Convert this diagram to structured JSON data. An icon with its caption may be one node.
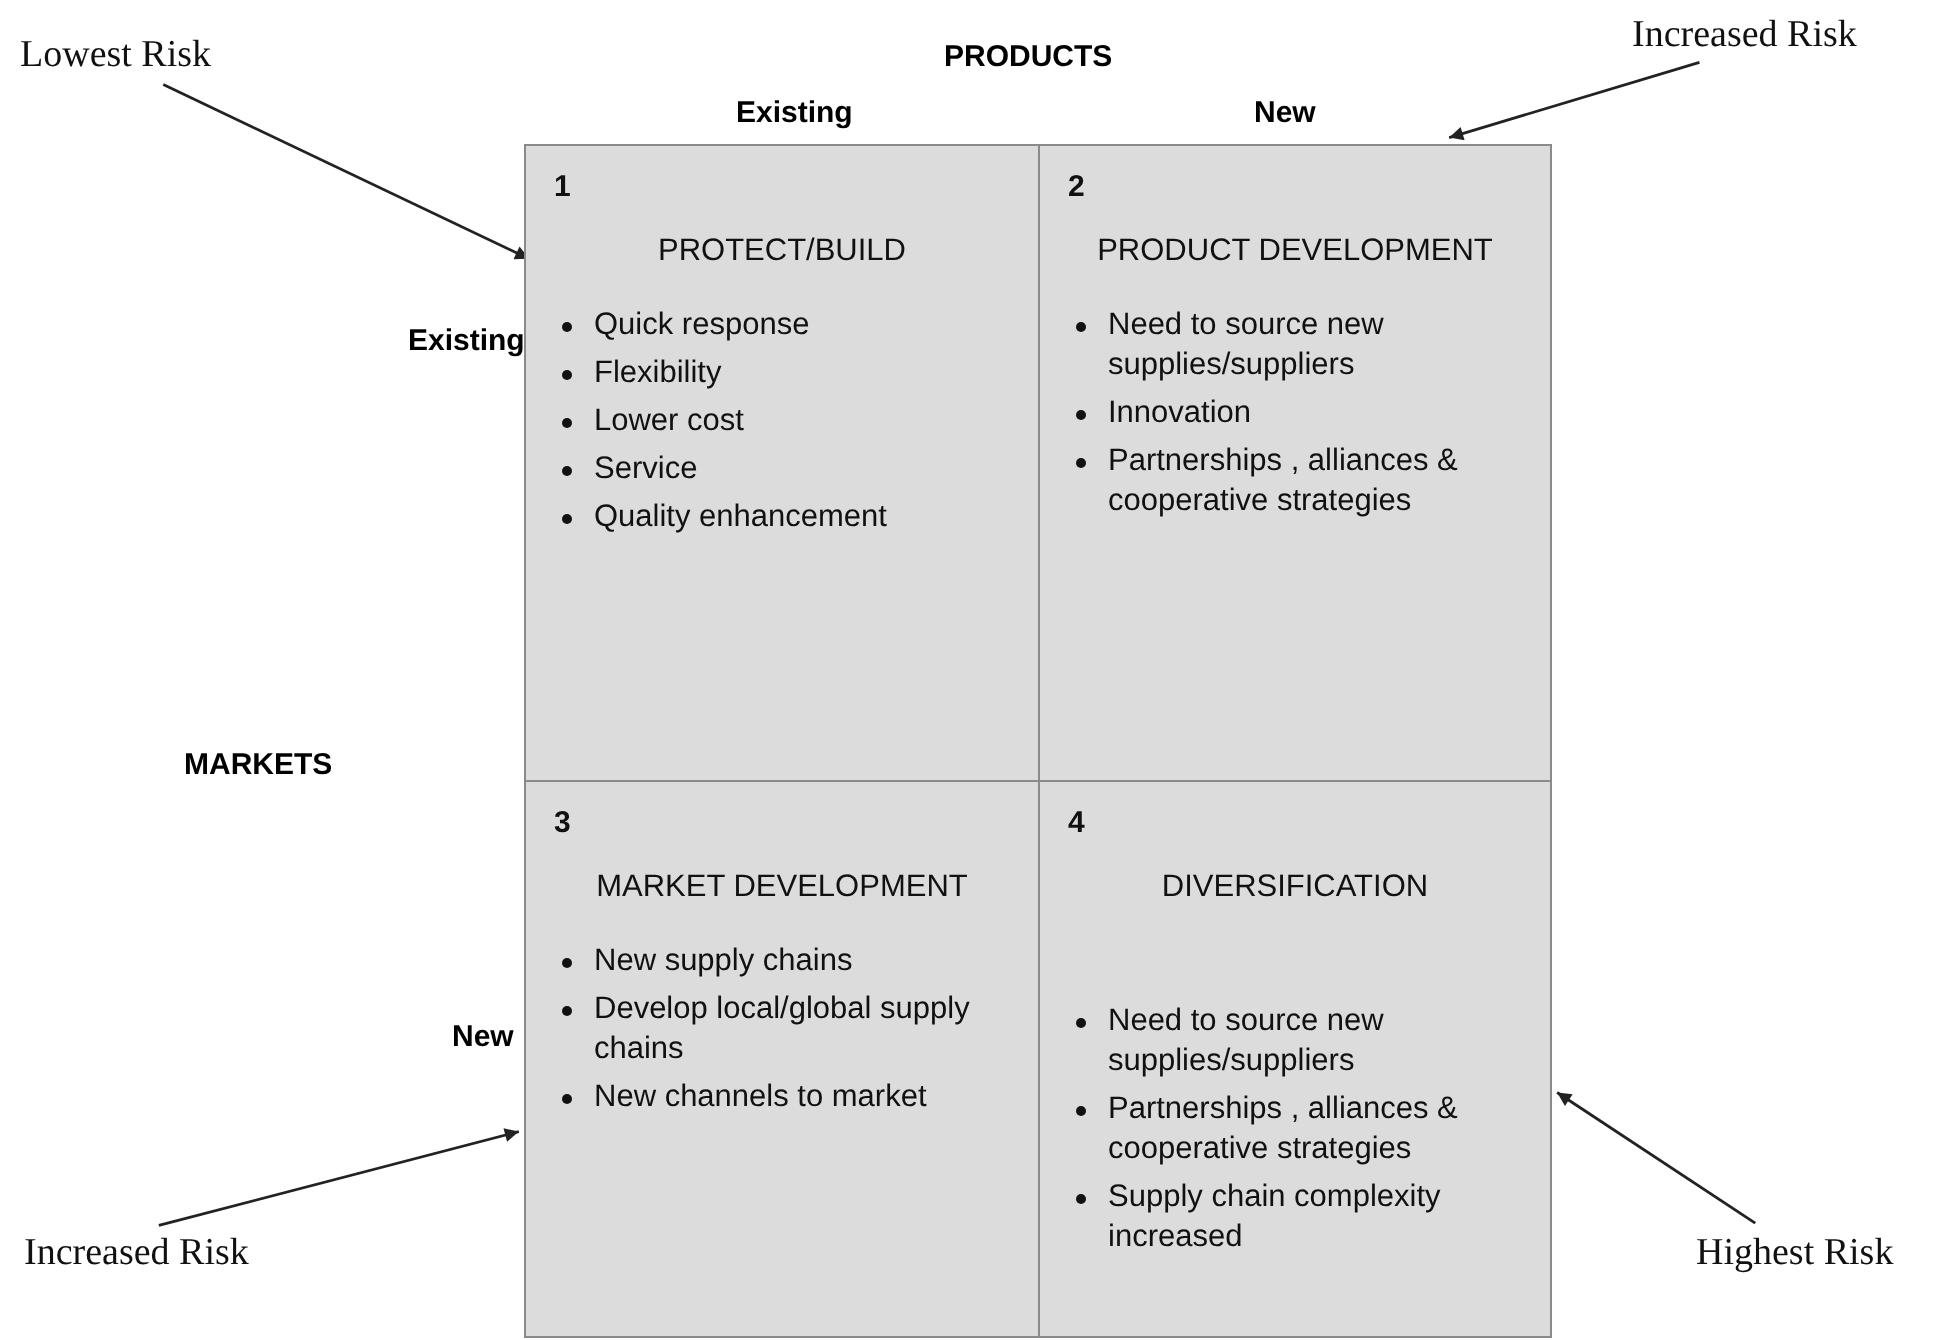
{
  "diagram": {
    "nodes": [
      {
        "text": [
          "Lowest Risk"
        ]
      },
      {
        "text": [
          "Increased Risk"
        ]
      },
      {
        "text": [
          "1",
          "PROTECT/BUILD",
          "Quick response",
          "Flexibility",
          "Lower cost",
          "Service",
          "Quality enhancement"
        ]
      },
      {
        "text": [
          "2",
          "PRODUCT DEVELOPMENT",
          "Need to source new supplies/suppliers",
          "Innovation",
          "Partnerships , alliances & cooperative strategies"
        ]
      },
      {
        "text": [
          "3",
          "MARKET DEVELOPMENT",
          "New supply chains",
          "Develop local/global supply chains",
          "New channels to market"
        ]
      },
      {
        "text": [
          "4",
          "DIVERSIFICATION",
          "Need to source new supplies/suppliers",
          "Partnerships , alliances & cooperative strategies",
          "Supply chain complexity increased"
        ]
      },
      {
        "text": [
          "Increased Risk"
        ]
      },
      {
        "text": [
          "Highest Risk"
        ]
      }
    ],
    "edges": [
      {
        "from": 0,
        "to": 2,
        "arrow": "to"
      },
      {
        "from": 1,
        "to": 3,
        "arrow": "to"
      },
      {
        "from": 6,
        "to": 4,
        "arrow": "to"
      },
      {
        "from": 7,
        "to": 5,
        "arrow": "to"
      }
    ],
    "labels": [
      "PRODUCTS",
      "Existing",
      "New",
      "Existing",
      "MARKETS",
      "New"
    ]
  }
}
